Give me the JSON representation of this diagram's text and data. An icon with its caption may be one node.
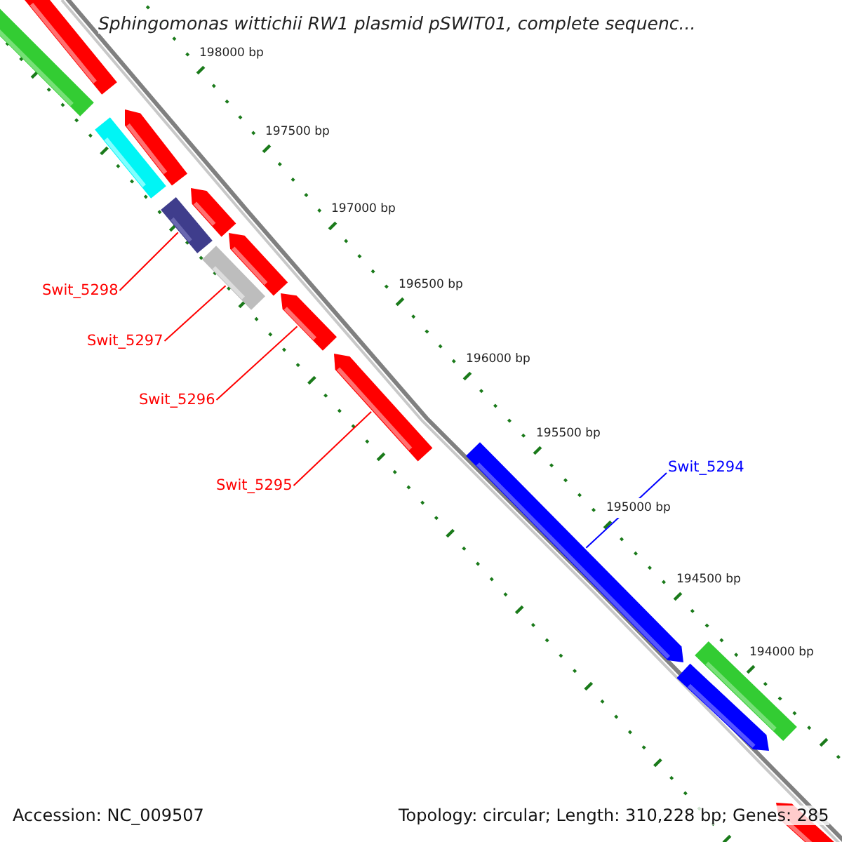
{
  "diagram": {
    "title": "Sphingomonas wittichii RW1 plasmid pSWIT01, complete sequenc...",
    "nodes": [
      {
        "text": [],
        "shape": "arrow"
      },
      {
        "text": [],
        "shape": "bar"
      },
      {
        "text": [],
        "shape": "arrow"
      },
      {
        "text": [],
        "shape": "bar"
      },
      {
        "text": [],
        "shape": "arrow"
      },
      {
        "text": [],
        "shape": "bar"
      },
      {
        "text": [],
        "shape": "arrow"
      },
      {
        "text": [],
        "shape": "bar"
      },
      {
        "text": [],
        "shape": "arrow"
      },
      {
        "text": [],
        "shape": "arrow"
      },
      {
        "text": [],
        "shape": "arrow"
      },
      {
        "text": [],
        "shape": "bar"
      },
      {
        "text": [],
        "shape": "arrow"
      },
      {
        "text": [],
        "shape": "arrow"
      },
      {
        "text": [
          "Swit_5298"
        ]
      },
      {
        "text": [
          "Swit_5297"
        ]
      },
      {
        "text": [
          "Swit_5296"
        ]
      },
      {
        "text": [
          "Swit_5295"
        ]
      },
      {
        "text": [
          "Swit_5294"
        ]
      }
    ],
    "edges": [
      {
        "from": 14,
        "to": 5,
        "arrow": "none"
      },
      {
        "from": 15,
        "to": 7,
        "arrow": "none"
      },
      {
        "from": 16,
        "to": 8,
        "arrow": "none"
      },
      {
        "from": 17,
        "to": 9,
        "arrow": "none"
      },
      {
        "from": 18,
        "to": 10,
        "arrow": "none",
        "color": "#0000ff"
      }
    ],
    "labels": [
      "198000 bp",
      "197500 bp",
      "197000 bp",
      "196500 bp",
      "196000 bp",
      "195500 bp",
      "195000 bp",
      "194500 bp",
      "194000 bp",
      "Accession: NC_009507",
      "Topology: circular; Length: 310,228 bp; Genes: 285"
    ]
  }
}
